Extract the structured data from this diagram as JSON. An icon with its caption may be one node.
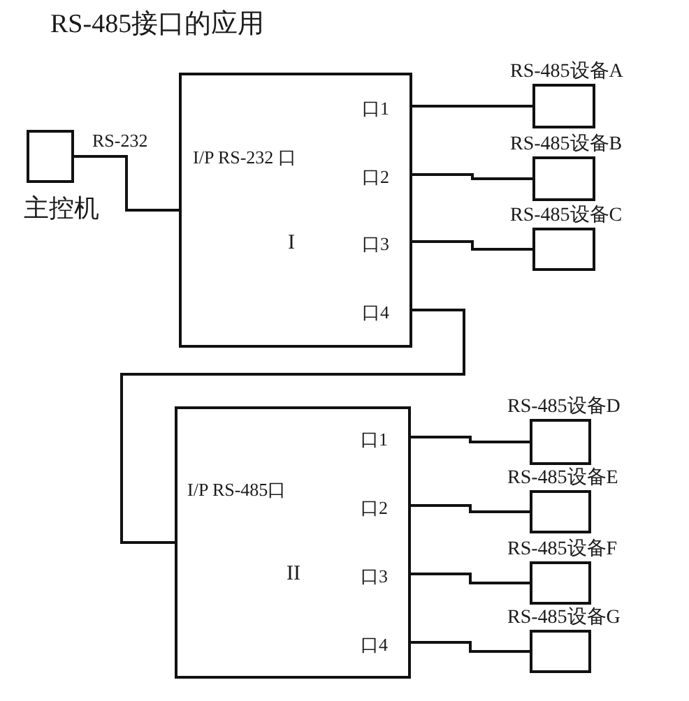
{
  "diagram": {
    "title": "RS-485接口的应用",
    "nodes": [
      {
        "text": [
          "主控机"
        ]
      },
      {
        "text": [
          "I/P RS-232 口",
          "I"
        ]
      },
      {
        "text": [
          "口1"
        ],
        "in": 1
      },
      {
        "text": [
          "口2"
        ],
        "in": 1
      },
      {
        "text": [
          "口3"
        ],
        "in": 1
      },
      {
        "text": [
          "口4"
        ],
        "in": 1
      },
      {
        "text": [
          "RS-485设备A"
        ]
      },
      {
        "text": [
          "RS-485设备B"
        ]
      },
      {
        "text": [
          "RS-485设备C"
        ]
      },
      {
        "text": [
          "I/P RS-485口",
          "II"
        ]
      },
      {
        "text": [
          "口1"
        ],
        "in": 9
      },
      {
        "text": [
          "口2"
        ],
        "in": 9
      },
      {
        "text": [
          "口3"
        ],
        "in": 9
      },
      {
        "text": [
          "口4"
        ],
        "in": 9
      },
      {
        "text": [
          "RS-485设备D"
        ]
      },
      {
        "text": [
          "RS-485设备E"
        ]
      },
      {
        "text": [
          "RS-485设备F"
        ]
      },
      {
        "text": [
          "RS-485设备G"
        ]
      }
    ],
    "edges": [
      {
        "from": 0,
        "to": 1,
        "arrow": "none",
        "label": "RS-232"
      },
      {
        "from": 2,
        "to": 6,
        "arrow": "none"
      },
      {
        "from": 3,
        "to": 7,
        "arrow": "none"
      },
      {
        "from": 4,
        "to": 8,
        "arrow": "none"
      },
      {
        "from": 5,
        "to": 9,
        "arrow": "none"
      },
      {
        "from": 10,
        "to": 14,
        "arrow": "none"
      },
      {
        "from": 11,
        "to": 15,
        "arrow": "none"
      },
      {
        "from": 12,
        "to": 16,
        "arrow": "none"
      },
      {
        "from": 13,
        "to": 17,
        "arrow": "none"
      }
    ]
  }
}
